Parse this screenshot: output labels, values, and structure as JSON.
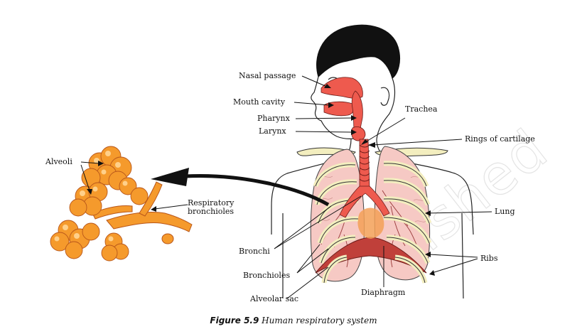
{
  "figure": {
    "caption_number": "Figure 5.9",
    "caption_title": "Human respiratory system"
  },
  "labels": {
    "nasal_passage": "Nasal passage",
    "mouth_cavity": "Mouth cavity",
    "pharynx": "Pharynx",
    "larynx": "Larynx",
    "trachea": "Trachea",
    "rings_of_cartilage": "Rings of cartilage",
    "alveoli": "Alveoli",
    "respiratory_bronchioles": "Respiratory\nbronchioles",
    "lung": "Lung",
    "bronchi": "Bronchi",
    "bronchioles": "Bronchioles",
    "ribs": "Ribs",
    "diaphragm": "Diaphragm",
    "alveolar_sac": "Alveolar sac"
  },
  "watermark": "ished",
  "colors": {
    "airway": "#ee5a4e",
    "lung_fill": "#f6c9c4",
    "alveoli": "#f59a2c",
    "hair": "#111111",
    "rib_fill": "#f3eebf"
  }
}
